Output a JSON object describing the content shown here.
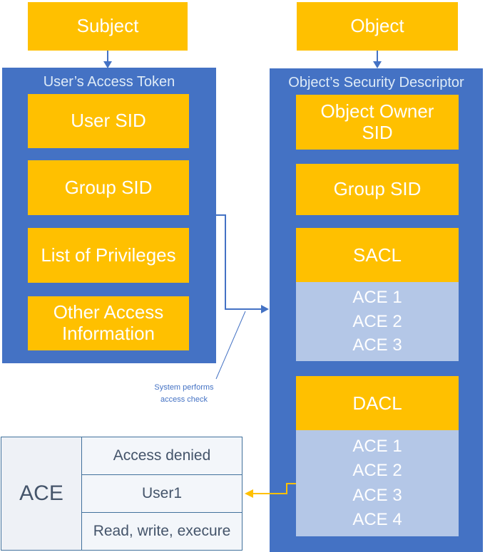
{
  "colors": {
    "accent_yellow": "#FFC000",
    "accent_blue": "#4472C4",
    "light_blue": "#B4C7E7",
    "table_border": "#41719C",
    "table_text": "#44546A",
    "container_title_text": "#DEEBF7",
    "box_text": "#FFFFFF"
  },
  "subject": {
    "label": "Subject"
  },
  "object": {
    "label": "Object"
  },
  "access_token": {
    "title": "User’s Access Token",
    "items": [
      "User SID",
      "Group SID",
      "List of Privileges",
      "Other Access Information"
    ]
  },
  "security_descriptor": {
    "title": "Object’s Security Descriptor",
    "owner_sid": "Object Owner SID",
    "group_sid": "Group SID",
    "sacl": {
      "label": "SACL",
      "entries": [
        "ACE 1",
        "ACE 2",
        "ACE 3"
      ]
    },
    "dacl": {
      "label": "DACL",
      "entries": [
        "ACE 1",
        "ACE 2",
        "ACE 3",
        "ACE 4"
      ]
    }
  },
  "annotation": {
    "line1": "System performs",
    "line2": "access check"
  },
  "ace_table": {
    "header": "ACE",
    "rows": [
      "Access denied",
      "User1",
      "Read, write, execure"
    ]
  }
}
